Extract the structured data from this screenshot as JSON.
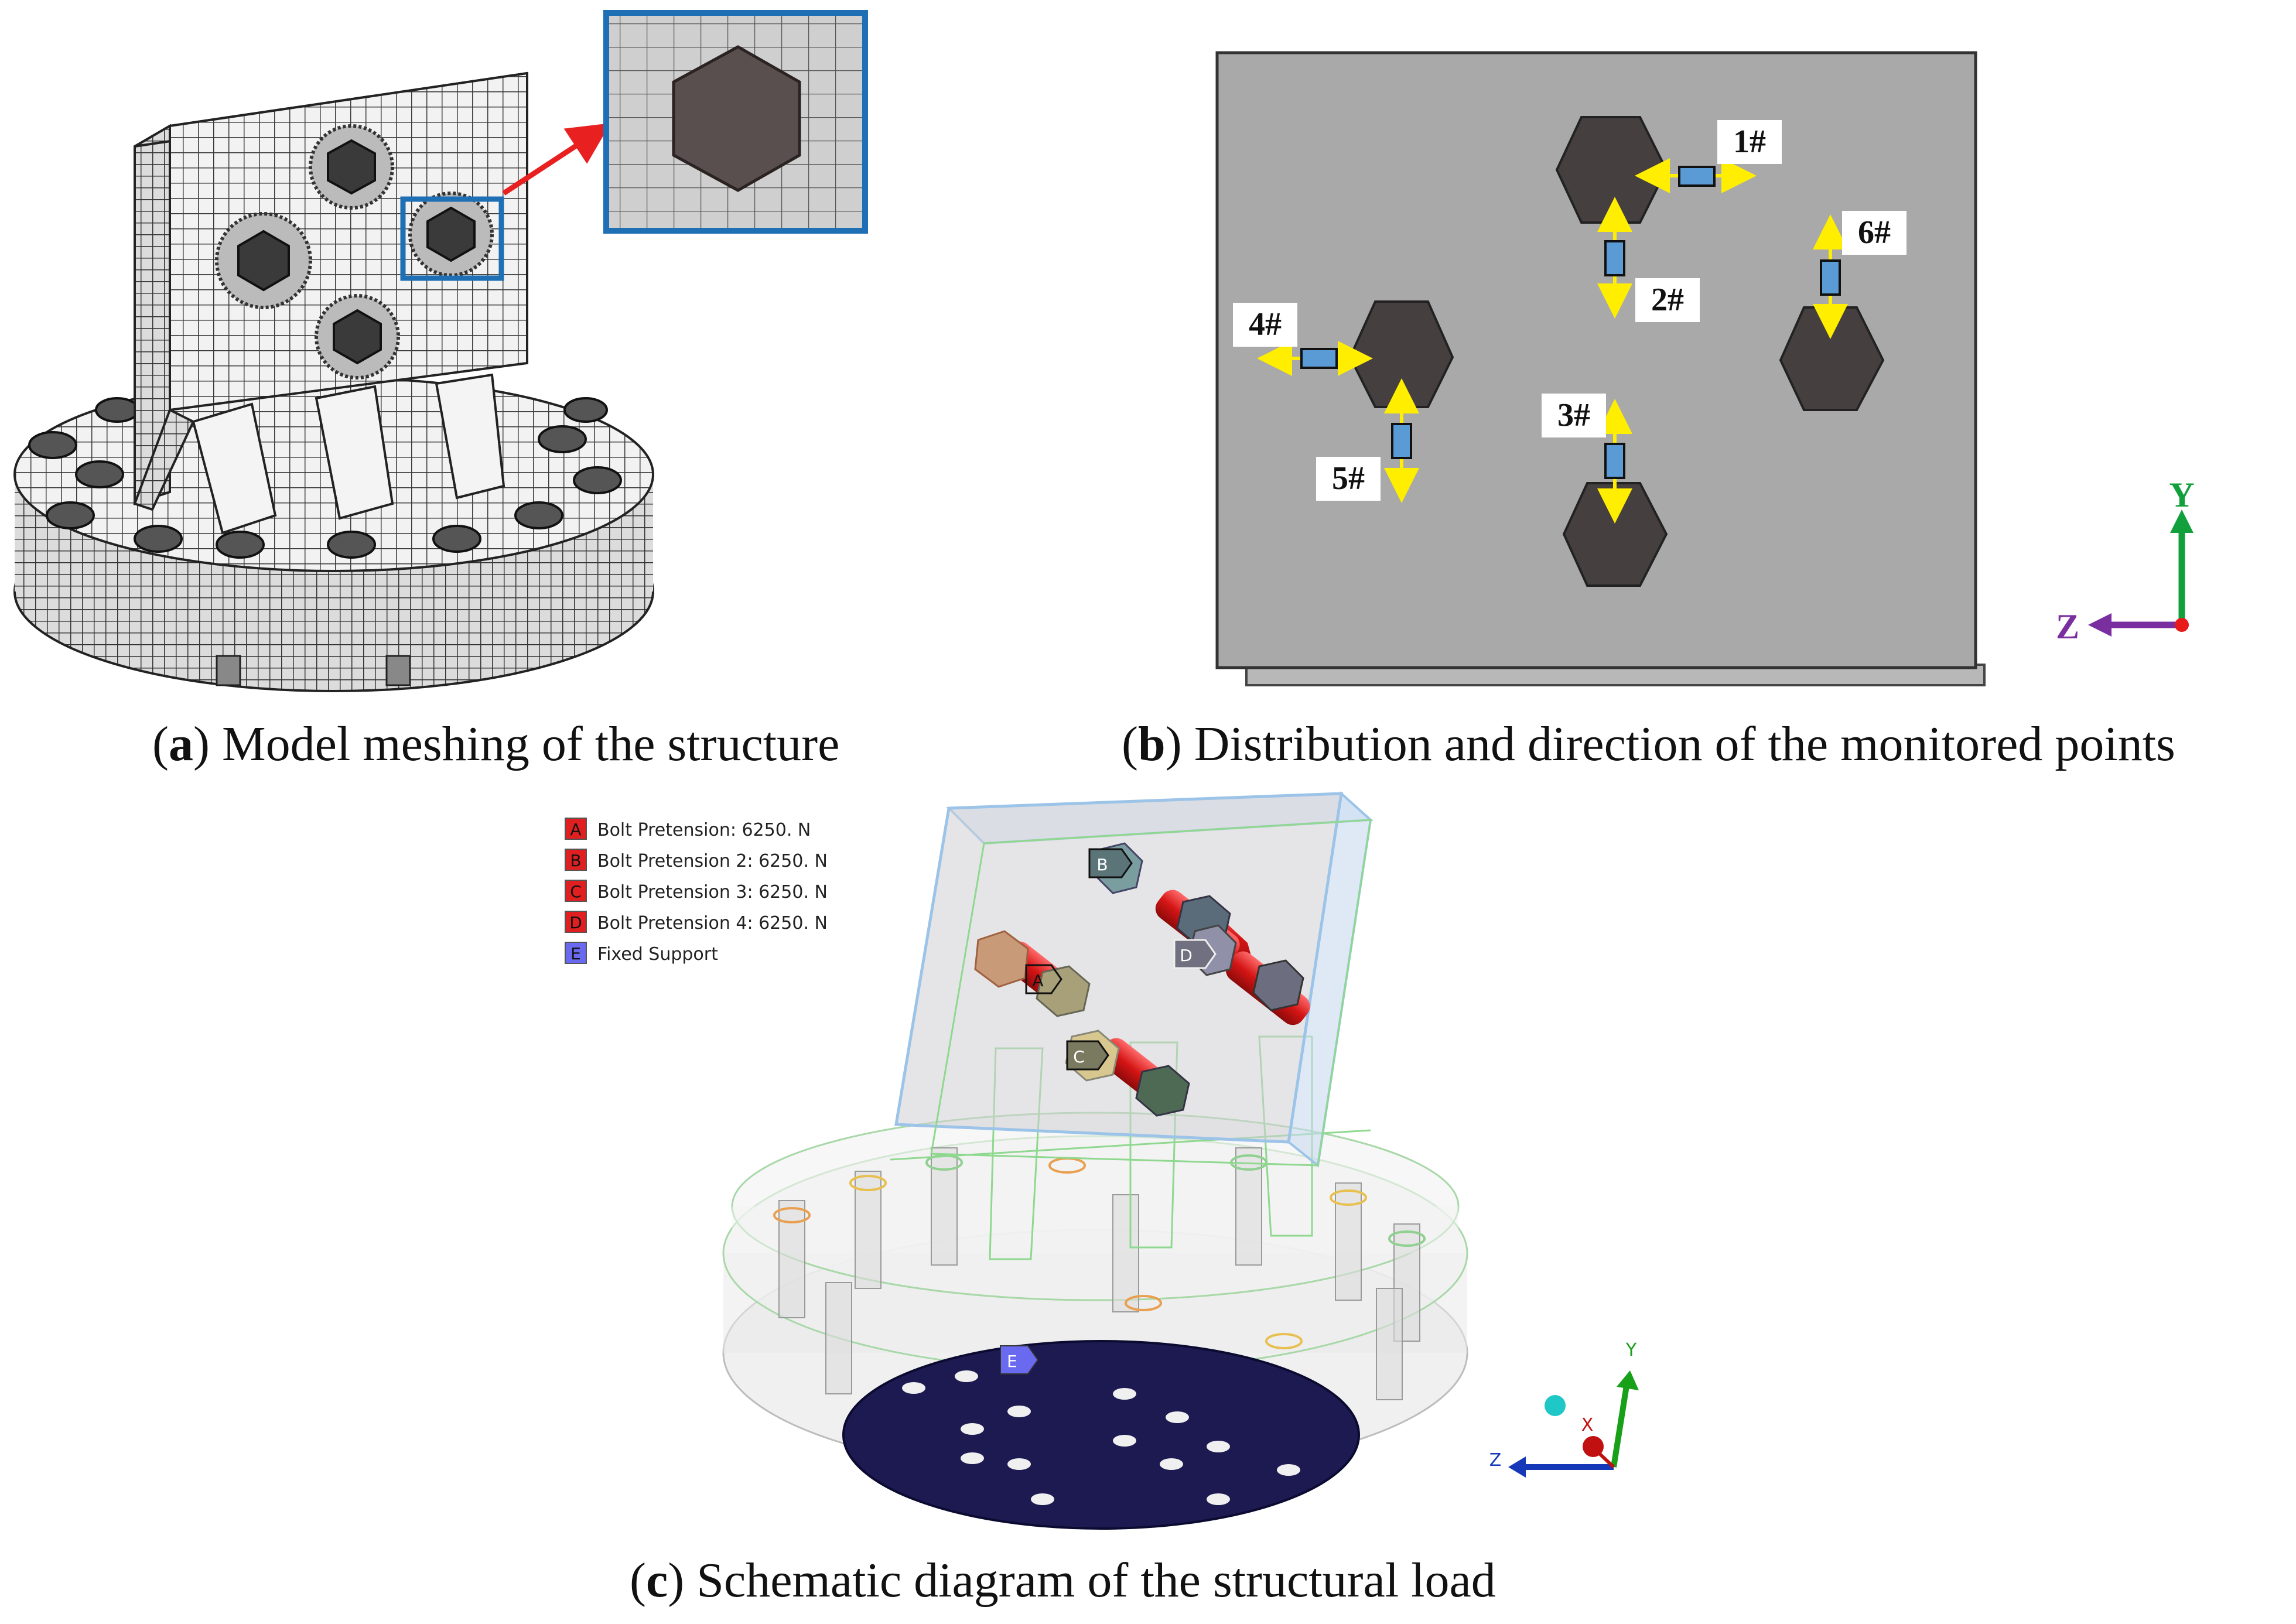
{
  "panels": {
    "a": {
      "letter": "a",
      "caption": "Model meshing of the structure"
    },
    "b": {
      "letter": "b",
      "caption": "Distribution and direction of the monitored points"
    },
    "c": {
      "letter": "c",
      "caption": "Schematic diagram of the structural load"
    }
  },
  "monitor_points": [
    "1#",
    "2#",
    "3#",
    "4#",
    "5#",
    "6#"
  ],
  "axes_b": {
    "y": "Y",
    "z": "Z"
  },
  "axes_c": {
    "y": "Y",
    "z": "Z",
    "x": "X"
  },
  "legend_c": [
    {
      "tag": "A",
      "text": "Bolt Pretension: 6250. N",
      "color": "#e02020"
    },
    {
      "tag": "B",
      "text": "Bolt Pretension 2: 6250. N",
      "color": "#e02020"
    },
    {
      "tag": "C",
      "text": "Bolt Pretension 3: 6250. N",
      "color": "#e02020"
    },
    {
      "tag": "D",
      "text": "Bolt Pretension 4: 6250. N",
      "color": "#e02020"
    },
    {
      "tag": "E",
      "text": "Fixed Support",
      "color": "#6a6af0"
    }
  ],
  "load_tags": [
    "A",
    "B",
    "C",
    "D",
    "E"
  ],
  "colors": {
    "plate_gray": "#a9a9a9",
    "hex_dark": "#453f3f",
    "arrow_yellow": "#ffee00",
    "gauge_blue": "#5b9bd5",
    "zoom_border": "#1f6fb4",
    "zoom_arrow": "#e82020",
    "axis_green": "#12a03c",
    "axis_purple": "#7a2fa0",
    "axis_red": "#e81a1a",
    "support_navy": "#1c1a50"
  }
}
